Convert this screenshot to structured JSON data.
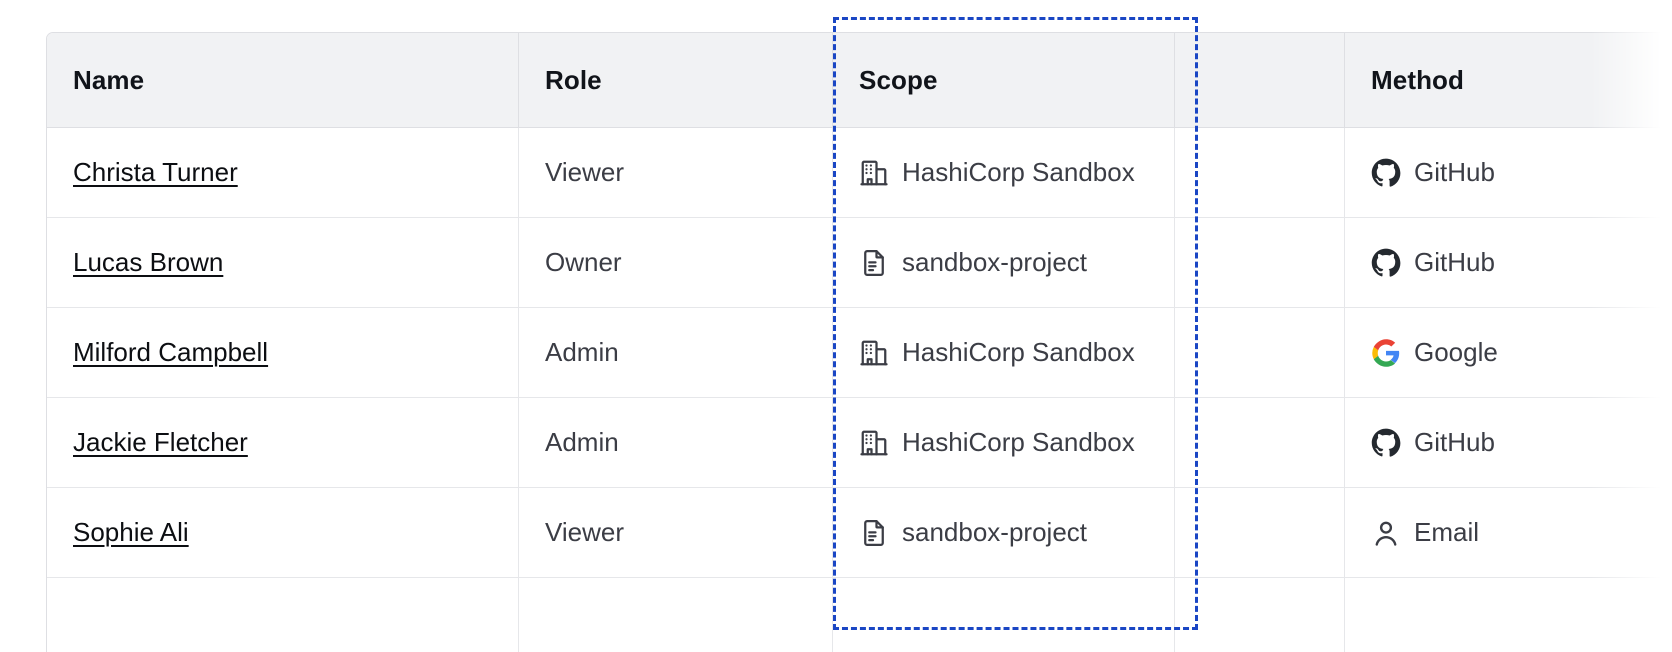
{
  "table": {
    "columns": [
      {
        "key": "name",
        "label": "Name"
      },
      {
        "key": "role",
        "label": "Role"
      },
      {
        "key": "scope",
        "label": "Scope"
      },
      {
        "key": "blank",
        "label": ""
      },
      {
        "key": "method",
        "label": "Method"
      },
      {
        "key": "tail",
        "label": ""
      }
    ],
    "rows": [
      {
        "name": "Christa Turner",
        "role": "Viewer",
        "scope": "HashiCorp Sandbox",
        "scope_icon": "organization-icon",
        "method": "GitHub",
        "method_icon": "github-icon"
      },
      {
        "name": "Lucas Brown",
        "role": "Owner",
        "scope": "sandbox-project",
        "scope_icon": "project-document-icon",
        "method": "GitHub",
        "method_icon": "github-icon"
      },
      {
        "name": "Milford Campbell",
        "role": "Admin",
        "scope": "HashiCorp Sandbox",
        "scope_icon": "organization-icon",
        "method": "Google",
        "method_icon": "google-icon"
      },
      {
        "name": "Jackie Fletcher",
        "role": "Admin",
        "scope": "HashiCorp Sandbox",
        "scope_icon": "organization-icon",
        "method": "GitHub",
        "method_icon": "github-icon"
      },
      {
        "name": "Sophie Ali",
        "role": "Viewer",
        "scope": "sandbox-project",
        "scope_icon": "project-document-icon",
        "method": "Email",
        "method_icon": "user-icon"
      },
      {
        "name": "",
        "role": "",
        "scope": "",
        "scope_icon": "project-document-icon",
        "method": "",
        "method_icon": ""
      }
    ]
  },
  "highlight": {
    "label": "scope-column-highlight",
    "color": "#1a46c4",
    "style": "dashed"
  },
  "colors": {
    "header_bg": "#f1f2f4",
    "border": "#dedfe3",
    "row_border": "#e6e7ea",
    "text": "#3b3d45",
    "link": "#0c0e12",
    "highlight": "#1a46c4",
    "google_blue": "#4285f4",
    "google_red": "#ea4335",
    "google_yellow": "#fbbc05",
    "google_green": "#34a853",
    "github_dark": "#24292f"
  }
}
